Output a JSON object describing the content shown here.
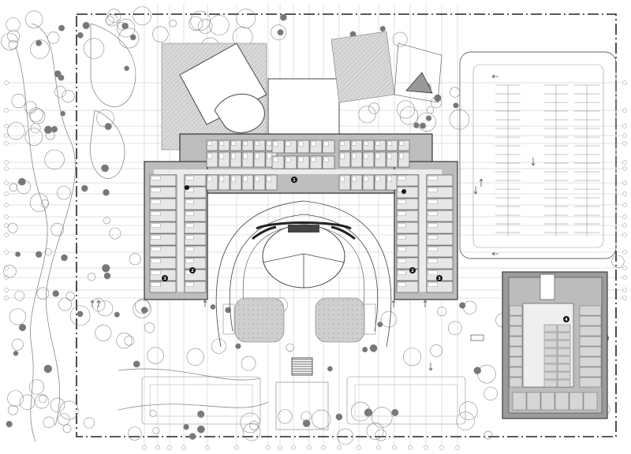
{
  "drawing": {
    "type": "architectural-site-plan",
    "colors": {
      "line": "#444444",
      "light_line": "#9a9a9a",
      "hatch": "#c8c8c8",
      "wall": "#3a3a3a",
      "room": "#e4e4e4",
      "building": "#bdbdbd",
      "marker": "#111111"
    },
    "markers": [
      "1",
      "2",
      "3",
      "4"
    ],
    "icons": [
      "north-arrow-icon",
      "parking-arrow-icon",
      "stair-icon",
      "tree-icon"
    ]
  }
}
